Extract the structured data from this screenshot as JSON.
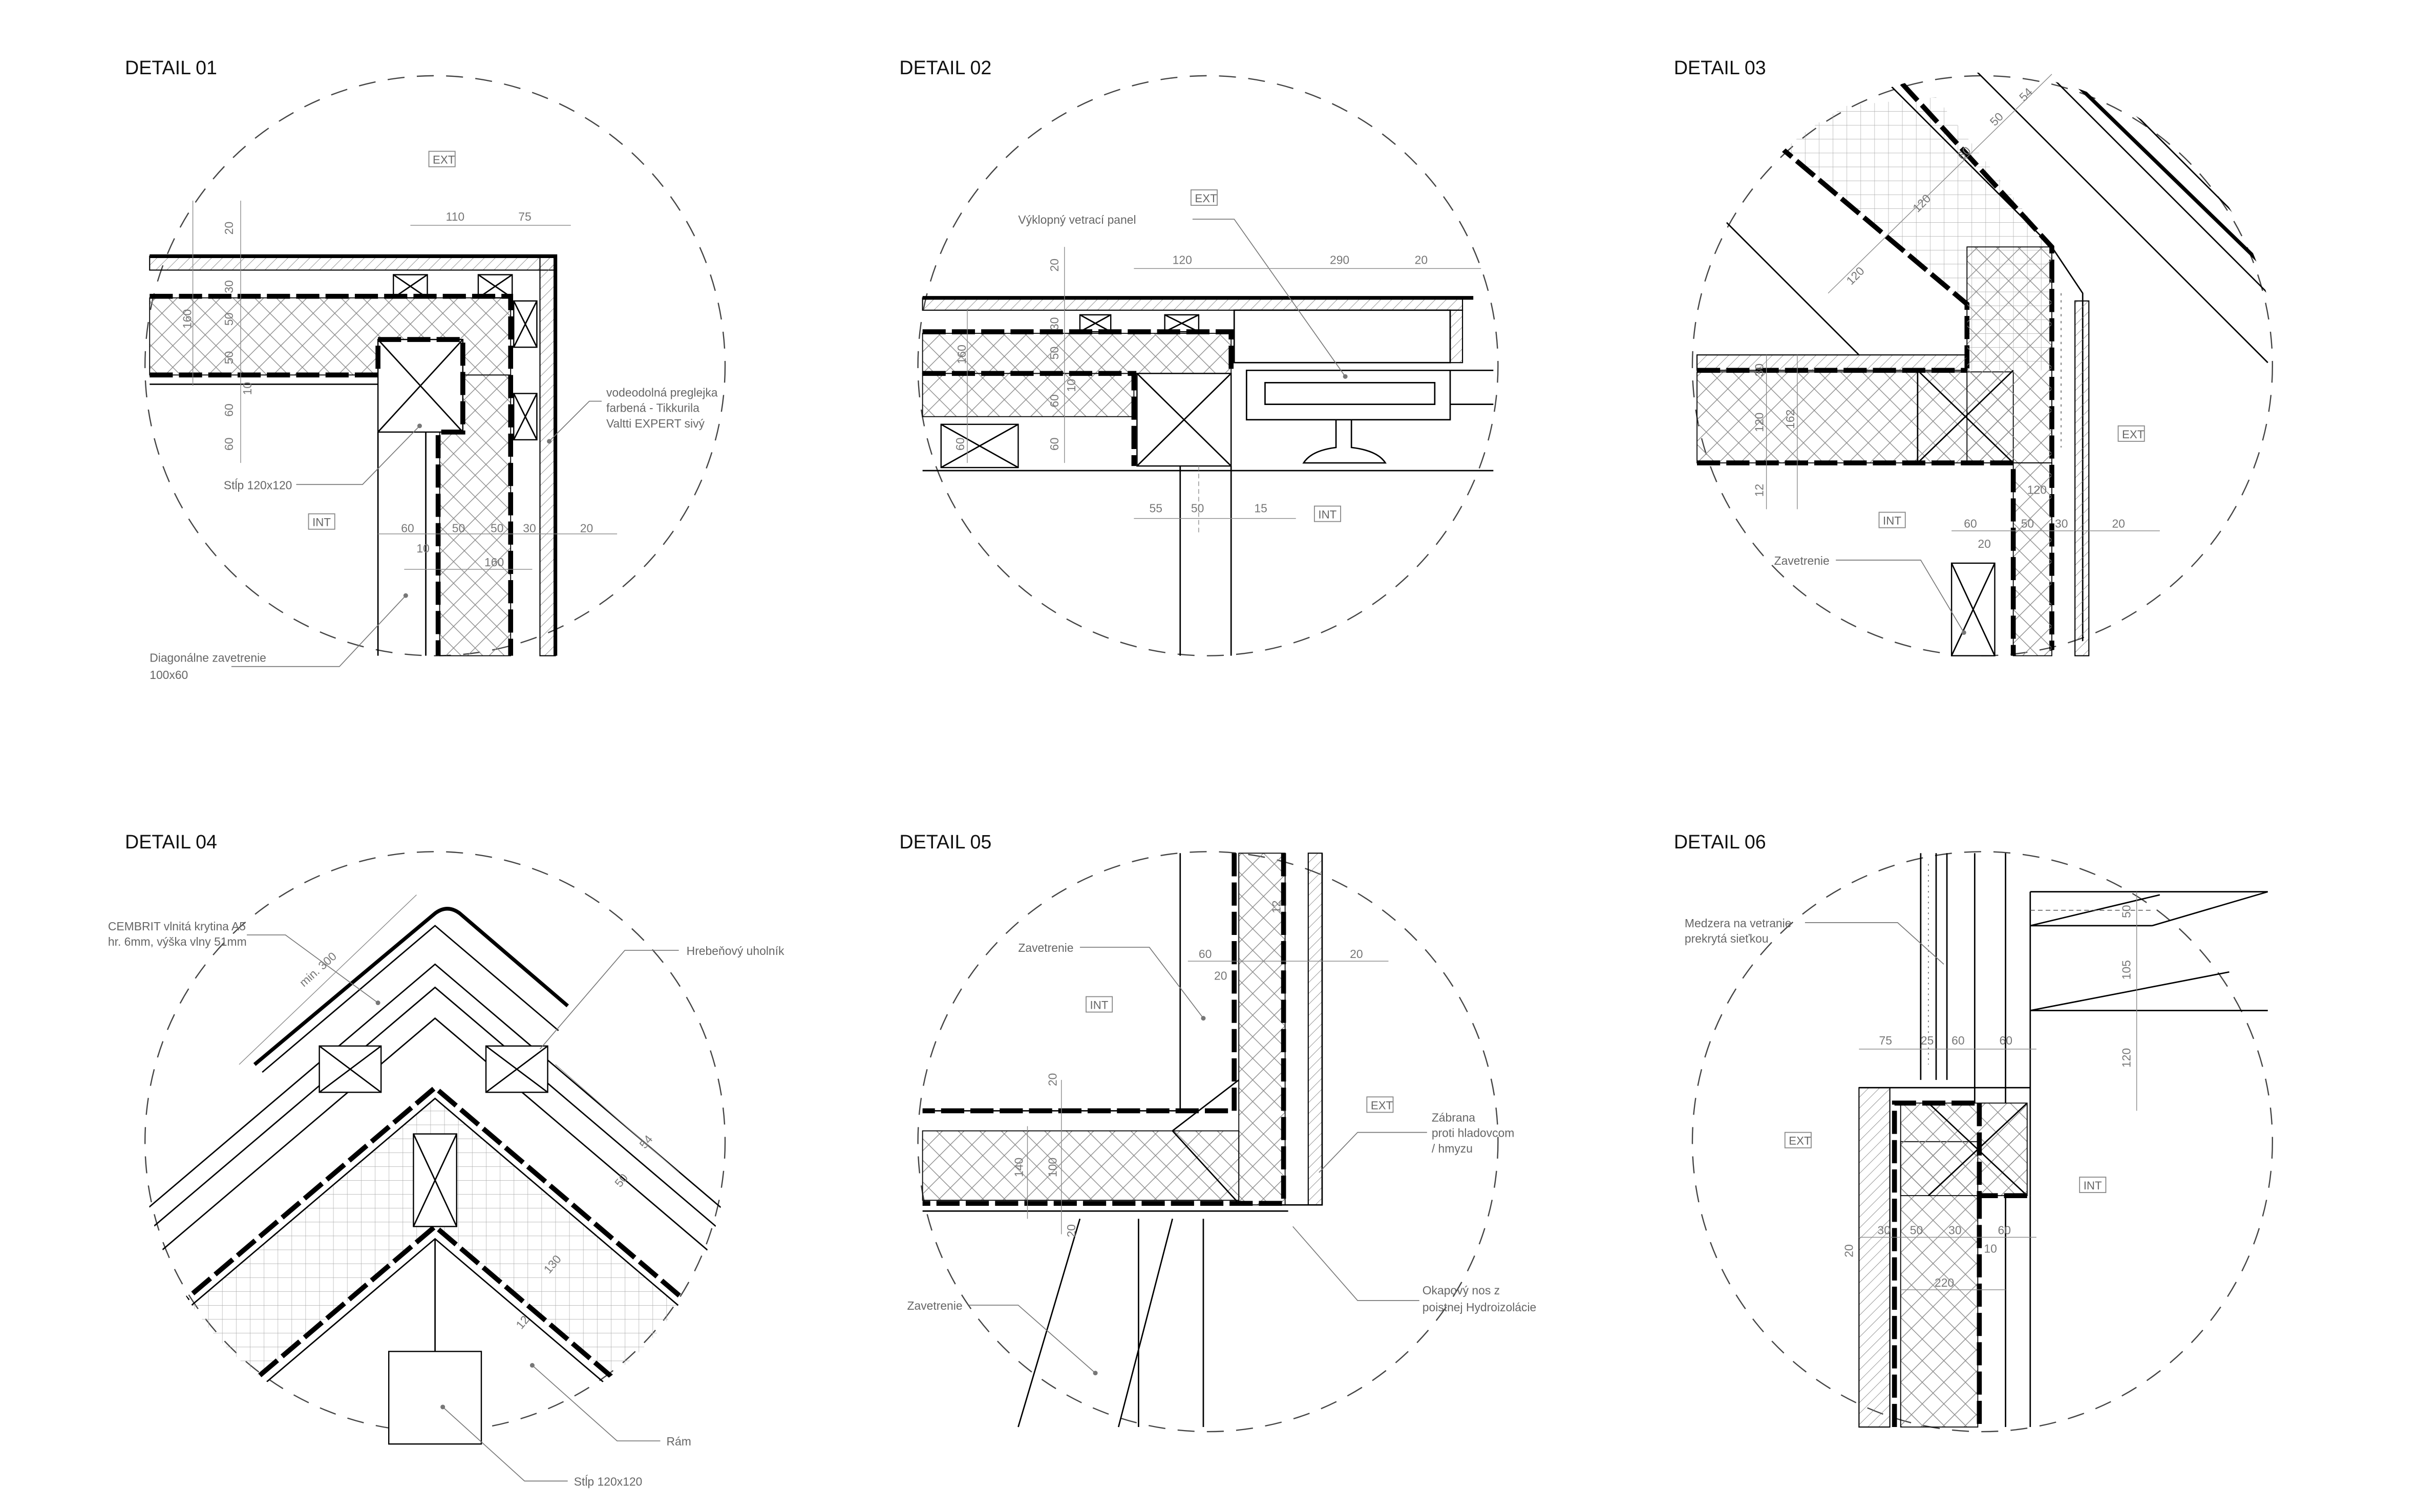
{
  "sheet": {
    "details": [
      {
        "title": "DETAIL 01",
        "ext": "EXT",
        "int": "INT",
        "notes": [
          "vodeodolná preglejka",
          "farbená - Tikkurila",
          "Valtti EXPERT sivý",
          "Stĺp 120x120",
          "Diagonálne zavetrenie",
          "100x60"
        ],
        "dims": [
          "110",
          "75",
          "20",
          "30",
          "160",
          "50",
          "50",
          "10",
          "60",
          "60",
          "60",
          "10",
          "50",
          "50",
          "30",
          "20",
          "160"
        ]
      },
      {
        "title": "DETAIL 02",
        "ext": "EXT",
        "int": "INT",
        "notes": [
          "Výklopný vetrací panel"
        ],
        "dims": [
          "120",
          "290",
          "20",
          "20",
          "30",
          "50",
          "160",
          "10",
          "60",
          "60",
          "60",
          "55",
          "50",
          "15"
        ]
      },
      {
        "title": "DETAIL 03",
        "ext": "EXT",
        "int": "INT",
        "notes": [
          "Zavetrenie"
        ],
        "dims": [
          "54",
          "50",
          "60",
          "120",
          "120",
          "30",
          "120",
          "162",
          "12",
          "60",
          "20",
          "50",
          "30",
          "20",
          "120"
        ]
      },
      {
        "title": "DETAIL 04",
        "notes": [
          "CEMBRIT vlnitá krytina A5",
          "hr. 6mm, výška vlny 51mm",
          "Hrebeňový uholník",
          "Rám",
          "Stĺp 120x120"
        ],
        "dims": [
          "min. 300",
          "54",
          "50",
          "130",
          "12"
        ]
      },
      {
        "title": "DETAIL 05",
        "ext": "EXT",
        "int": "INT",
        "notes": [
          "Zavetrenie",
          "Zábrana",
          "proti hladovcom",
          "/ hmyzu",
          "Okapový nos z",
          "poistnej Hydroizolácie",
          "Zavetrenie"
        ],
        "dims": [
          "12",
          "60",
          "20",
          "20",
          "20",
          "140",
          "100",
          "20"
        ]
      },
      {
        "title": "DETAIL 06",
        "ext": "EXT",
        "int": "INT",
        "notes": [
          "Medzera na vetranie",
          "prekrytá sieťkou"
        ],
        "dims": [
          "50",
          "105",
          "120",
          "75",
          "25",
          "60",
          "60",
          "20",
          "30",
          "50",
          "30",
          "60",
          "10",
          "220"
        ]
      }
    ]
  }
}
